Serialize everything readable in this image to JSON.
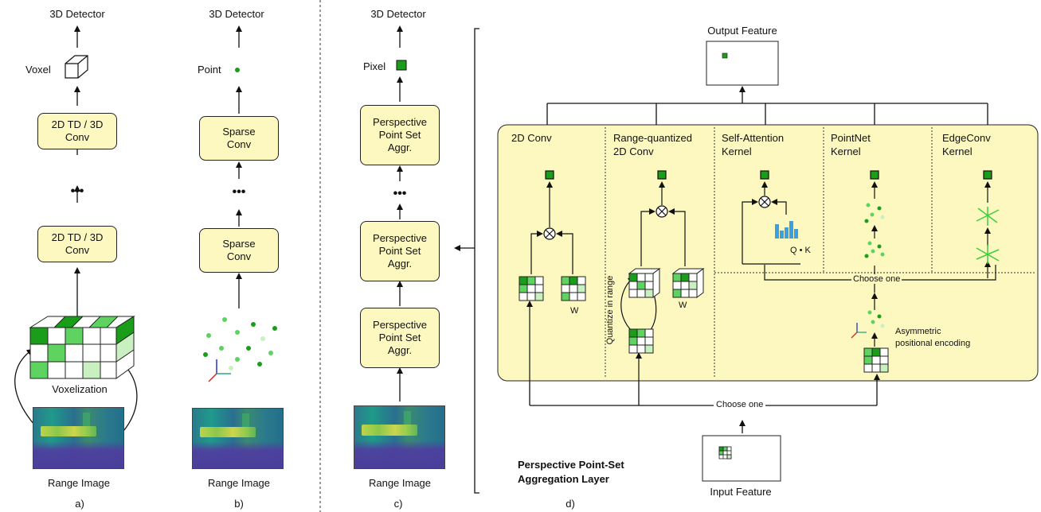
{
  "colors": {
    "box_fill": "#fdf8c0",
    "green_dark": "#1a9e1a",
    "green_mid": "#5fd35f",
    "green_light": "#c8f0c0",
    "panel_fill": "#fdf8c0"
  },
  "panel_a": {
    "detector": "3D Detector",
    "voxel": "Voxel",
    "block_top": "2D TD / 3D\nConv",
    "dots": "•••",
    "block_bottom": "2D TD / 3D\nConv",
    "voxelization": "Voxelization",
    "range_image": "Range Image",
    "tag": "a)"
  },
  "panel_b": {
    "detector": "3D Detector",
    "point": "Point",
    "block_top": "Sparse\nConv",
    "dots": "•••",
    "block_bottom": "Sparse\nConv",
    "range_image": "Range Image",
    "tag": "b)"
  },
  "panel_c": {
    "detector": "3D Detector",
    "pixel": "Pixel",
    "block_1": "Perspective\nPoint Set\nAggr.",
    "dots": "•••",
    "block_2": "Perspective\nPoint Set\nAggr.",
    "block_3": "Perspective\nPoint Set\nAggr.",
    "range_image": "Range Image",
    "tag": "c)"
  },
  "panel_d": {
    "output_feature": "Output Feature",
    "col_2dconv": "2D Conv",
    "col_rq": "Range-quantized\n2D Conv",
    "col_sa": "Self-Attention\nKernel",
    "col_pn": "PointNet\nKernel",
    "col_ec": "EdgeConv\nKernel",
    "w1": "W",
    "w2": "W",
    "quantize": "Quantize in range",
    "qk": "Q • K",
    "choose_one_top": "Choose one",
    "asym": "Asymmetric\npositional encoding",
    "choose_one_bottom": "Choose one",
    "layer_title": "Perspective Point-Set\nAggregation Layer",
    "input_feature": "Input Feature",
    "tag": "d)"
  }
}
